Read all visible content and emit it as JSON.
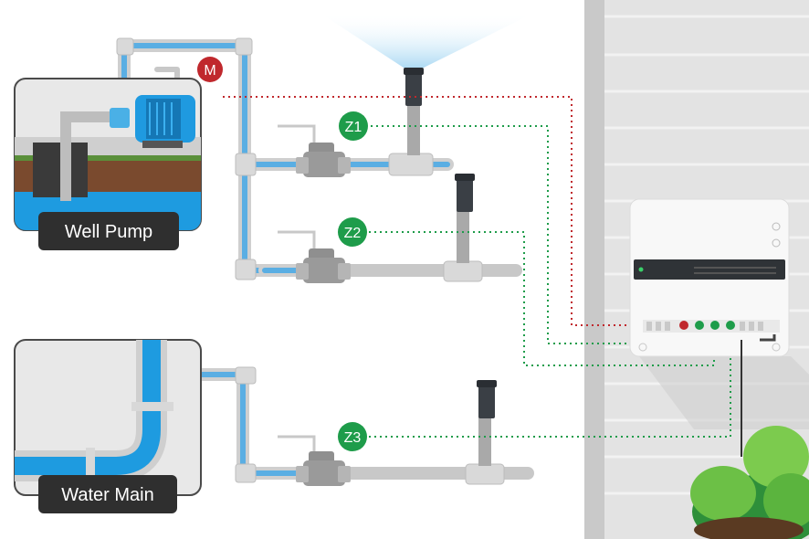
{
  "labels": {
    "well_pump": "Well Pump",
    "water_main": "Water Main",
    "motor": "M",
    "zone1": "Z1",
    "zone2": "Z2",
    "zone3": "Z3"
  },
  "colors": {
    "pipe_water": "#5aaee3",
    "pipe_gray": "#c8c8c8",
    "zone_green": "#1e9c4a",
    "motor_red": "#c0282d",
    "wire_red": "#c0282d",
    "wire_green": "#1e9c4a",
    "label_bg": "#2f2f2f",
    "wall": "#d6d6d6"
  }
}
